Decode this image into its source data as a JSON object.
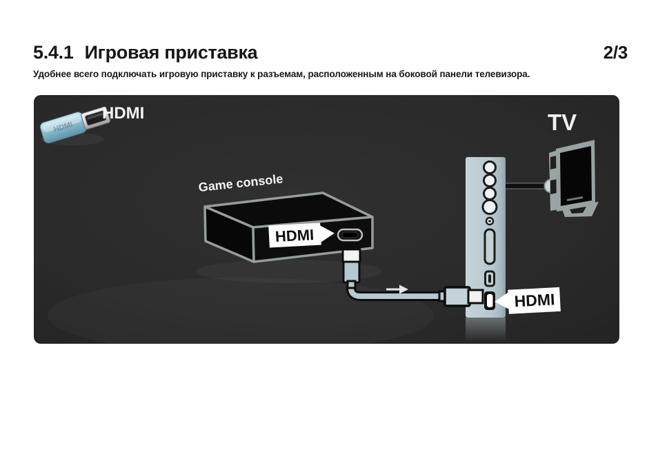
{
  "header": {
    "section_number": "5.4.1",
    "section_title": "Игровая приставка",
    "page_indicator": "2/3",
    "subtitle": "Удобнее всего подключать игровую приставку к разъемам, расположенным на боковой панели телевизора."
  },
  "diagram": {
    "source_label": "HDMI",
    "plug_embossed_label": "HDMI",
    "tv_label": "TV",
    "device_label": "Game console",
    "console_port_callout": "HDMI",
    "tv_port_callout": "HDMI",
    "colors": {
      "canvas_background": "#292929",
      "tv_side_panel": "#b7c7ce",
      "cable": "#b5c8d0",
      "device_outline": "#979d9d",
      "callout_background": "#ffffff",
      "callout_text": "#101010",
      "label_text": "#f2f2f2"
    },
    "icons": {
      "hdmi_plug": "hdmi-plug-icon",
      "flow_arrow": "flow-arrow-icon",
      "console_port": "hdmi-port-icon",
      "tv_panel": "tv-side-panel",
      "tv": "tv-illustration"
    }
  }
}
